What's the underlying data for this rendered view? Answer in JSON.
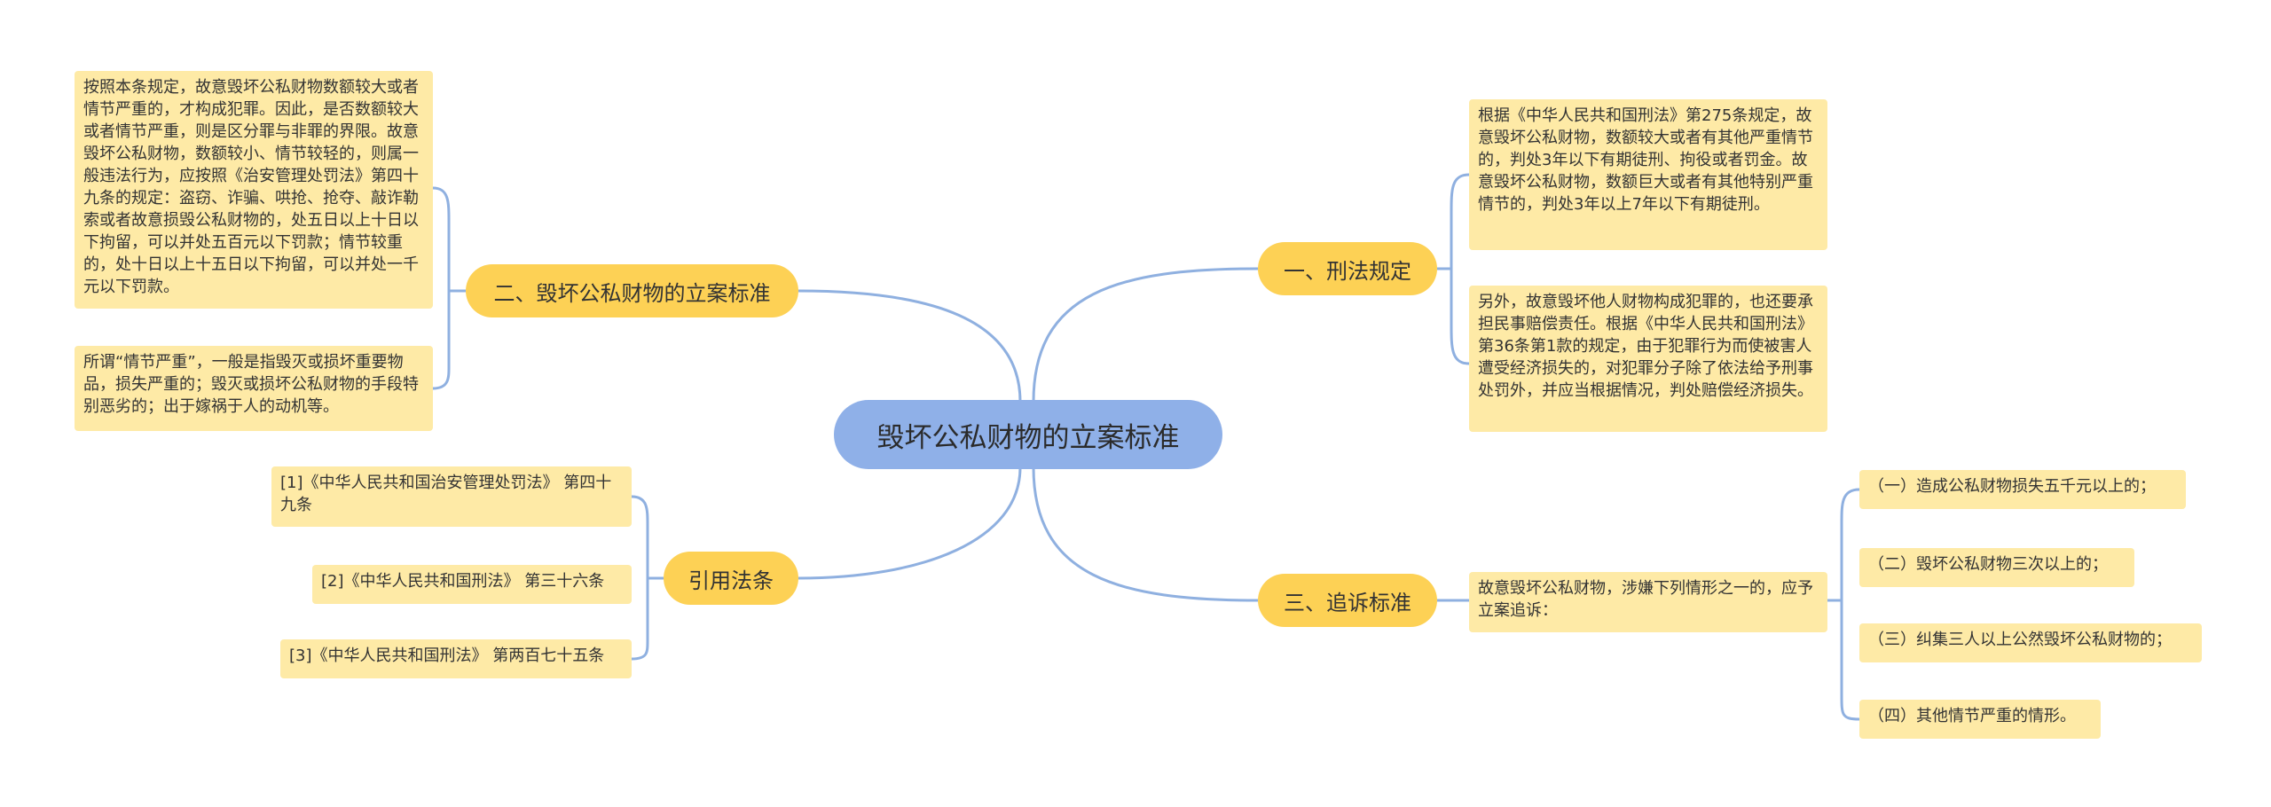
{
  "root": {
    "label": "毁坏公私财物的立案标准"
  },
  "branches": {
    "criminal_law": {
      "label": "一、刑法规定",
      "leaves": [
        "根据《中华人民共和国刑法》第275条规定，故意毁坏公私财物，数额较大或者有其他严重情节的，判处3年以下有期徒刑、拘役或者罚金。故意毁坏公私财物，数额巨大或者有其他特别严重情节的，判处3年以上7年以下有期徒刑。",
        "另外，故意毁坏他人财物构成犯罪的，也还要承担民事赔偿责任。根据《中华人民共和国刑法》第36条第1款的规定，由于犯罪行为而使被害人遭受经济损失的，对犯罪分子除了依法给予刑事处罚外，并应当根据情况，判处赔偿经济损失。"
      ]
    },
    "filing_standard": {
      "label": "二、毁坏公私财物的立案标准",
      "leaves": [
        "按照本条规定，故意毁坏公私财物数额较大或者情节严重的，才构成犯罪。因此，是否数额较大或者情节严重，则是区分罪与非罪的界限。故意毁坏公私财物，数额较小、情节较轻的，则属一般违法行为，应按照《治安管理处罚法》第四十九条的规定：盗窃、诈骗、哄抢、抢夺、敲诈勒索或者故意损毁公私财物的，处五日以上十日以下拘留，可以并处五百元以下罚款；情节较重的，处十日以上十五日以下拘留，可以并处一千元以下罚款。",
        "所谓“情节严重”，一般是指毁灭或损坏重要物品，损失严重的；毁灭或损坏公私财物的手段特别恶劣的；出于嫁祸于人的动机等。"
      ]
    },
    "prosecution": {
      "label": "三、追诉标准",
      "leaf": "故意毁坏公私财物，涉嫌下列情形之一的，应予立案追诉：",
      "items": [
        "（一）造成公私财物损失五千元以上的；",
        "（二）毁坏公私财物三次以上的；",
        "（三）纠集三人以上公然毁坏公私财物的；",
        "（四）其他情节严重的情形。"
      ]
    },
    "citations": {
      "label": "引用法条",
      "items": [
        "[1]《中华人民共和国治安管理处罚法》 第四十九条",
        "[2]《中华人民共和国刑法》 第三十六条",
        "[3]《中华人民共和国刑法》 第两百七十五条"
      ]
    }
  },
  "colors": {
    "root": "#8fb0e8",
    "branch": "#fdd155",
    "leaf": "#feeaa6",
    "connector": "#8fb0e0"
  }
}
